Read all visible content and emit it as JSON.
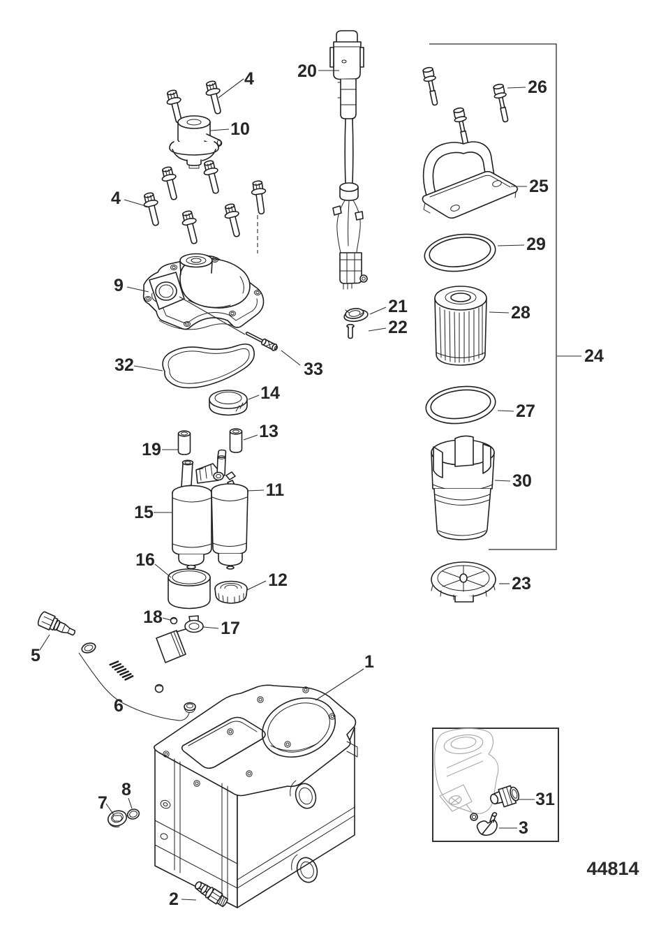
{
  "diagram": {
    "drawing_number": "44814",
    "colors": {
      "ink": "#1f1f1f",
      "ghost": "#aaaaaa",
      "background": "#ffffff",
      "label": "#252525"
    },
    "callouts": [
      {
        "label": "4",
        "part": "flange-bolt-top"
      },
      {
        "label": "10",
        "part": "pressure-regulator"
      },
      {
        "label": "4",
        "part": "flange-bolt-left"
      },
      {
        "label": "20",
        "part": "wiring-harness"
      },
      {
        "label": "26",
        "part": "cover-screws"
      },
      {
        "label": "25",
        "part": "filter-cover-handle"
      },
      {
        "label": "29",
        "part": "o-ring-large"
      },
      {
        "label": "21",
        "part": "retainer-clip"
      },
      {
        "label": "22",
        "part": "small-screw"
      },
      {
        "label": "9",
        "part": "upper-cover"
      },
      {
        "label": "28",
        "part": "filter-element"
      },
      {
        "label": "24",
        "part": "filter-assembly-bracket"
      },
      {
        "label": "33",
        "part": "pin-screw"
      },
      {
        "label": "32",
        "part": "cover-gasket"
      },
      {
        "label": "14",
        "part": "collar-bushing"
      },
      {
        "label": "27",
        "part": "o-ring"
      },
      {
        "label": "13",
        "part": "spacer-sleeve-right"
      },
      {
        "label": "19",
        "part": "spacer-sleeve-left"
      },
      {
        "label": "30",
        "part": "filter-cup-retainer"
      },
      {
        "label": "11",
        "part": "fuel-pump-right"
      },
      {
        "label": "15",
        "part": "fuel-pump-left"
      },
      {
        "label": "16",
        "part": "pump-sleeve-cup"
      },
      {
        "label": "12",
        "part": "seal-grommet"
      },
      {
        "label": "23",
        "part": "filter-bowl-cap"
      },
      {
        "label": "18",
        "part": "check-ball"
      },
      {
        "label": "17",
        "part": "clip-retainer"
      },
      {
        "label": "5",
        "part": "sensor-fitting"
      },
      {
        "label": "6",
        "part": "valve-kit-washer-spring-ball-seat"
      },
      {
        "label": "1",
        "part": "pump-body-housing"
      },
      {
        "label": "7",
        "part": "plug"
      },
      {
        "label": "8",
        "part": "sealing-washer"
      },
      {
        "label": "2",
        "part": "hose-fitting"
      },
      {
        "label": "31",
        "part": "fitting-nut-inset"
      },
      {
        "label": "3",
        "part": "drain-screw-inset"
      }
    ]
  }
}
